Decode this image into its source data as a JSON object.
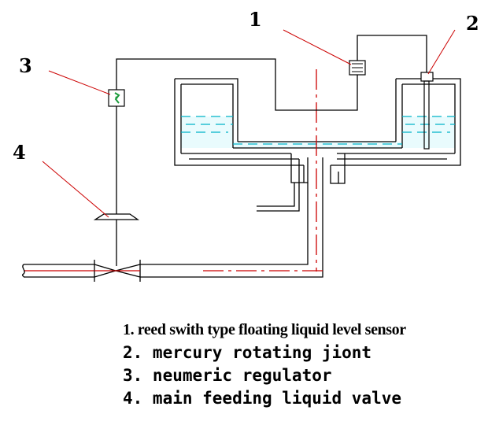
{
  "callouts": [
    {
      "number": "1"
    },
    {
      "number": "2"
    },
    {
      "number": "3"
    },
    {
      "number": "4"
    }
  ],
  "legend": [
    "1. reed swith type floating liquid level sensor",
    "2. mercury rotating jiont",
    "3. neumeric regulator",
    "4. main feeding liquid valve"
  ],
  "colors": {
    "line": "#000000",
    "leader": "#cc0000",
    "centerline": "#cc0000",
    "liquid": "#00b4c8",
    "regulator": "#1a9a3a"
  }
}
